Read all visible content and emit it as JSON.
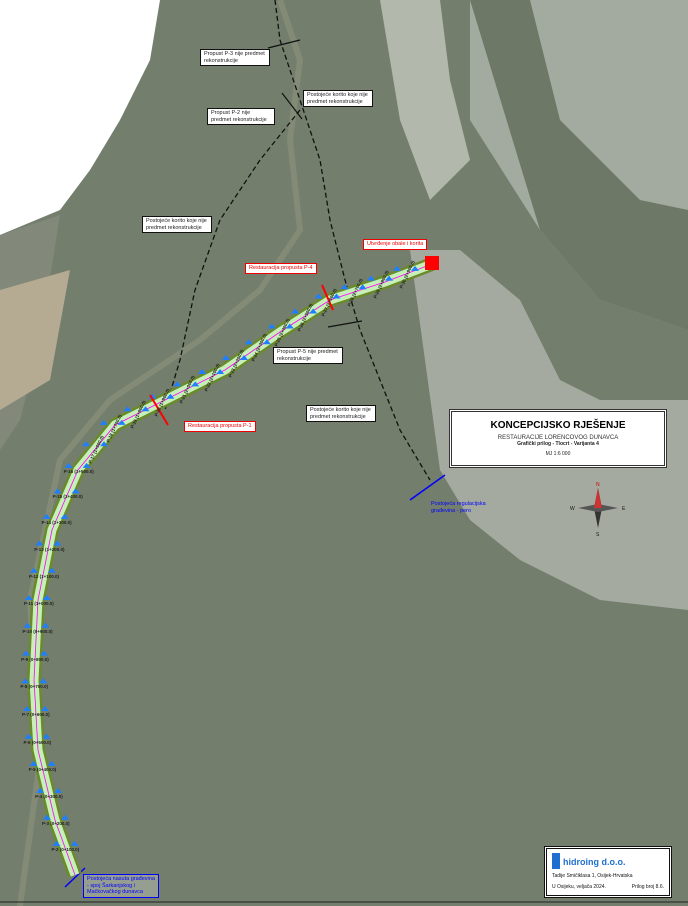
{
  "title_block": {
    "title": "KONCEPCIJSKO RJEŠENJE",
    "subtitle": "RESTAURACIJE LORENCOVOG DUNAVCA",
    "drawing": "Grafički prilog - Tlocrt  - Varijanta 4",
    "scale": "MJ 1:6 000"
  },
  "stamp": {
    "company": "hidroing d.o.o.",
    "address": "Tadije Smičiklasa 1, Osijek-Hrvatska",
    "place_date": "U Osijeku, veljača 2024.",
    "attachment": "Prilog broj 8.6."
  },
  "annotations": {
    "p3": "Propust P-3 nije predmet rekonstrukcije",
    "korito1": "Postojeće korito koje nije predmet rekonstrukcije",
    "p2": "Propust P-2 nije predmet rekonstrukcije",
    "korito2": "Postojeće korito koje nije predmet rekonstrukcije",
    "utvrdjenje": "Utvrđenje obale i korita",
    "p4": "Restauracija propusta P-4",
    "p5": "Propust P-5 nije predmet rekonstrukcije",
    "korito3": "Postojeće korito koje nije predmet rekonstrukcije",
    "p1": "Restauracija propusta P-1",
    "pero": "Postojeća regulacijska građevina - pero",
    "nasuta": "Postojeća nasuta građevina - spoj Šarkanjskog i Mačkovačkog dunavca"
  },
  "compass": {
    "n": "N",
    "e": "E",
    "s": "S",
    "w": "W"
  },
  "profiles": [
    "P-2 (0+100.0)",
    "P-3 (0+200.0)",
    "P-4 (0+300.0)",
    "P-5 (0+400.0)",
    "P-6 (0+500.0)",
    "P-7 (0+600.0)",
    "P-8 (0+700.0)",
    "P-9 (0+800.0)",
    "P-10 (0+900.0)",
    "P-11 (1+000.0)",
    "P-12 (1+100.0)",
    "P-13 (1+200.0)",
    "P-14 (1+300.0)",
    "P-15 (1+400.0)",
    "P-16 (1+500.0)",
    "P-17 (1+600.0)",
    "P-18 (1+700.0)",
    "P-19 (1+800.0)",
    "P-20 (1+900.0)",
    "P-21 (2+000.0)",
    "P-22 (2+100.0)",
    "P-23 (2+200.0)",
    "P-24 (2+300.0)",
    "P-25 (2+400.0)",
    "P-26 (2+500.0)",
    "P-27 (2+600.0)",
    "P-28 (2+700.0)",
    "P-29 (2+800.0)",
    "P-30 (2+900.0)"
  ]
}
